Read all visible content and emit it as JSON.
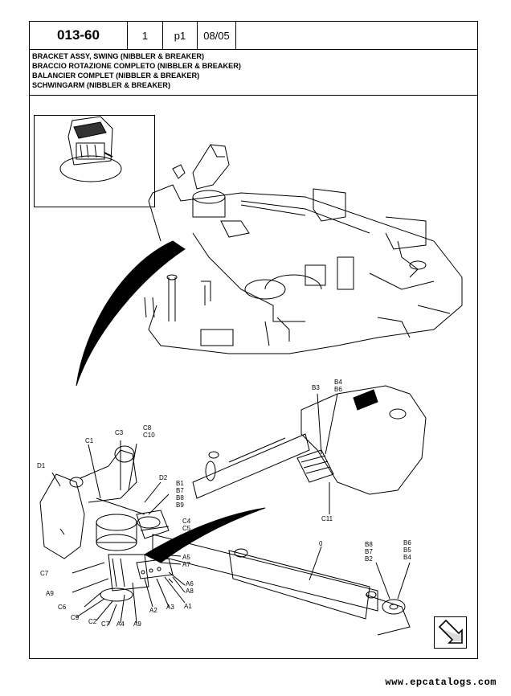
{
  "header": {
    "code": "013-60",
    "sheet": "1",
    "page": "p1",
    "date": "08/05"
  },
  "titles": [
    "BRACKET ASSY, SWING (NIBBLER & BREAKER)",
    "BRACCIO ROTAZIONE COMPLETO (NIBBLER & BREAKER)",
    "BALANCIER COMPLET (NIBBLER & BREAKER)",
    "SCHWINGARM (NIBBLER & BREAKER)"
  ],
  "callouts": {
    "B3": "B3",
    "B4": "B4",
    "B6": "B6",
    "C3": "C3",
    "C8": "C8",
    "C10": "C10",
    "C1": "C1",
    "D1": "D1",
    "D2": "D2",
    "B1": "B1",
    "B7": "B7",
    "B8": "B8",
    "B9": "B9",
    "C4": "C4",
    "C5": "C5",
    "C11": "C11",
    "zero": "0",
    "C7": "C7",
    "A5": "A5",
    "A7": "A7",
    "A6": "A6",
    "A8": "A8",
    "A9": "A9",
    "C6": "C6",
    "C9": "C9",
    "C2": "C2",
    "A4": "A4",
    "A2": "A2",
    "A3": "A3",
    "A1": "A1",
    "B8r": "B8",
    "B7r": "B7",
    "B2r": "B2",
    "B6r": "B6",
    "B5r": "B5",
    "B4r": "B4"
  },
  "watermark": "www.epcatalogs.com",
  "icons": {
    "next_page": "next-page-arrow-icon"
  }
}
